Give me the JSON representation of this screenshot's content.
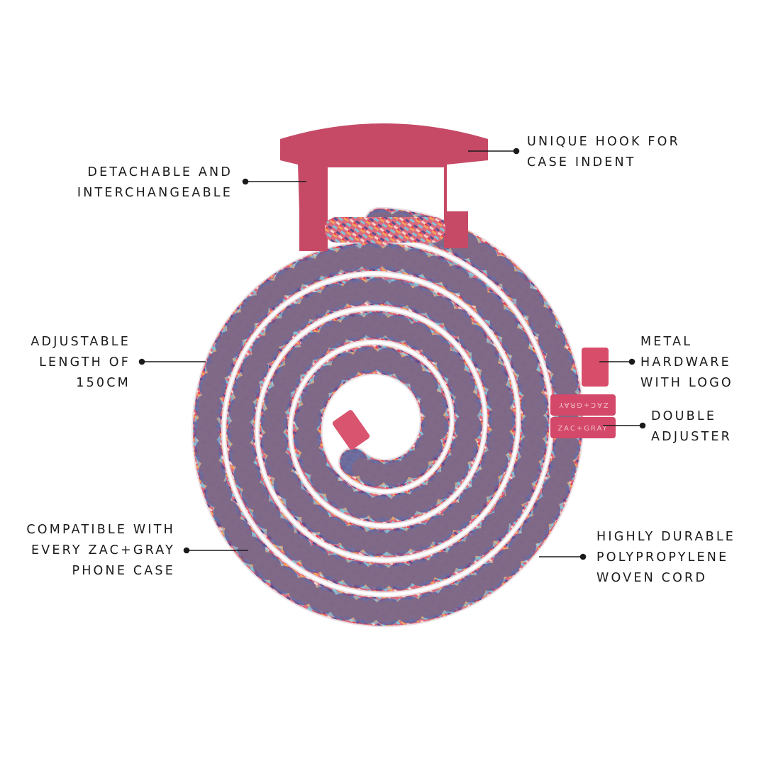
{
  "colors": {
    "accent": "#c64a66",
    "text": "#1a1a1a",
    "cord_base": "#d9667c"
  },
  "product": {
    "brand_mark": "ZAC+GRAY"
  },
  "callouts": {
    "detachable": [
      "DETACHABLE AND",
      "INTERCHANGEABLE"
    ],
    "hook": [
      "UNIQUE HOOK FOR",
      "CASE INDENT"
    ],
    "length": [
      "ADJUSTABLE",
      "LENGTH OF",
      "150CM"
    ],
    "hardware": [
      "METAL",
      "HARDWARE",
      "WITH LOGO"
    ],
    "adjuster": [
      "DOUBLE",
      "ADJUSTER"
    ],
    "compatible": [
      "COMPATIBLE WITH",
      "EVERY ZAC+GRAY",
      "PHONE CASE"
    ],
    "cord": [
      "HIGHLY DURABLE",
      "POLYPROPYLENE",
      "WOVEN CORD"
    ]
  }
}
